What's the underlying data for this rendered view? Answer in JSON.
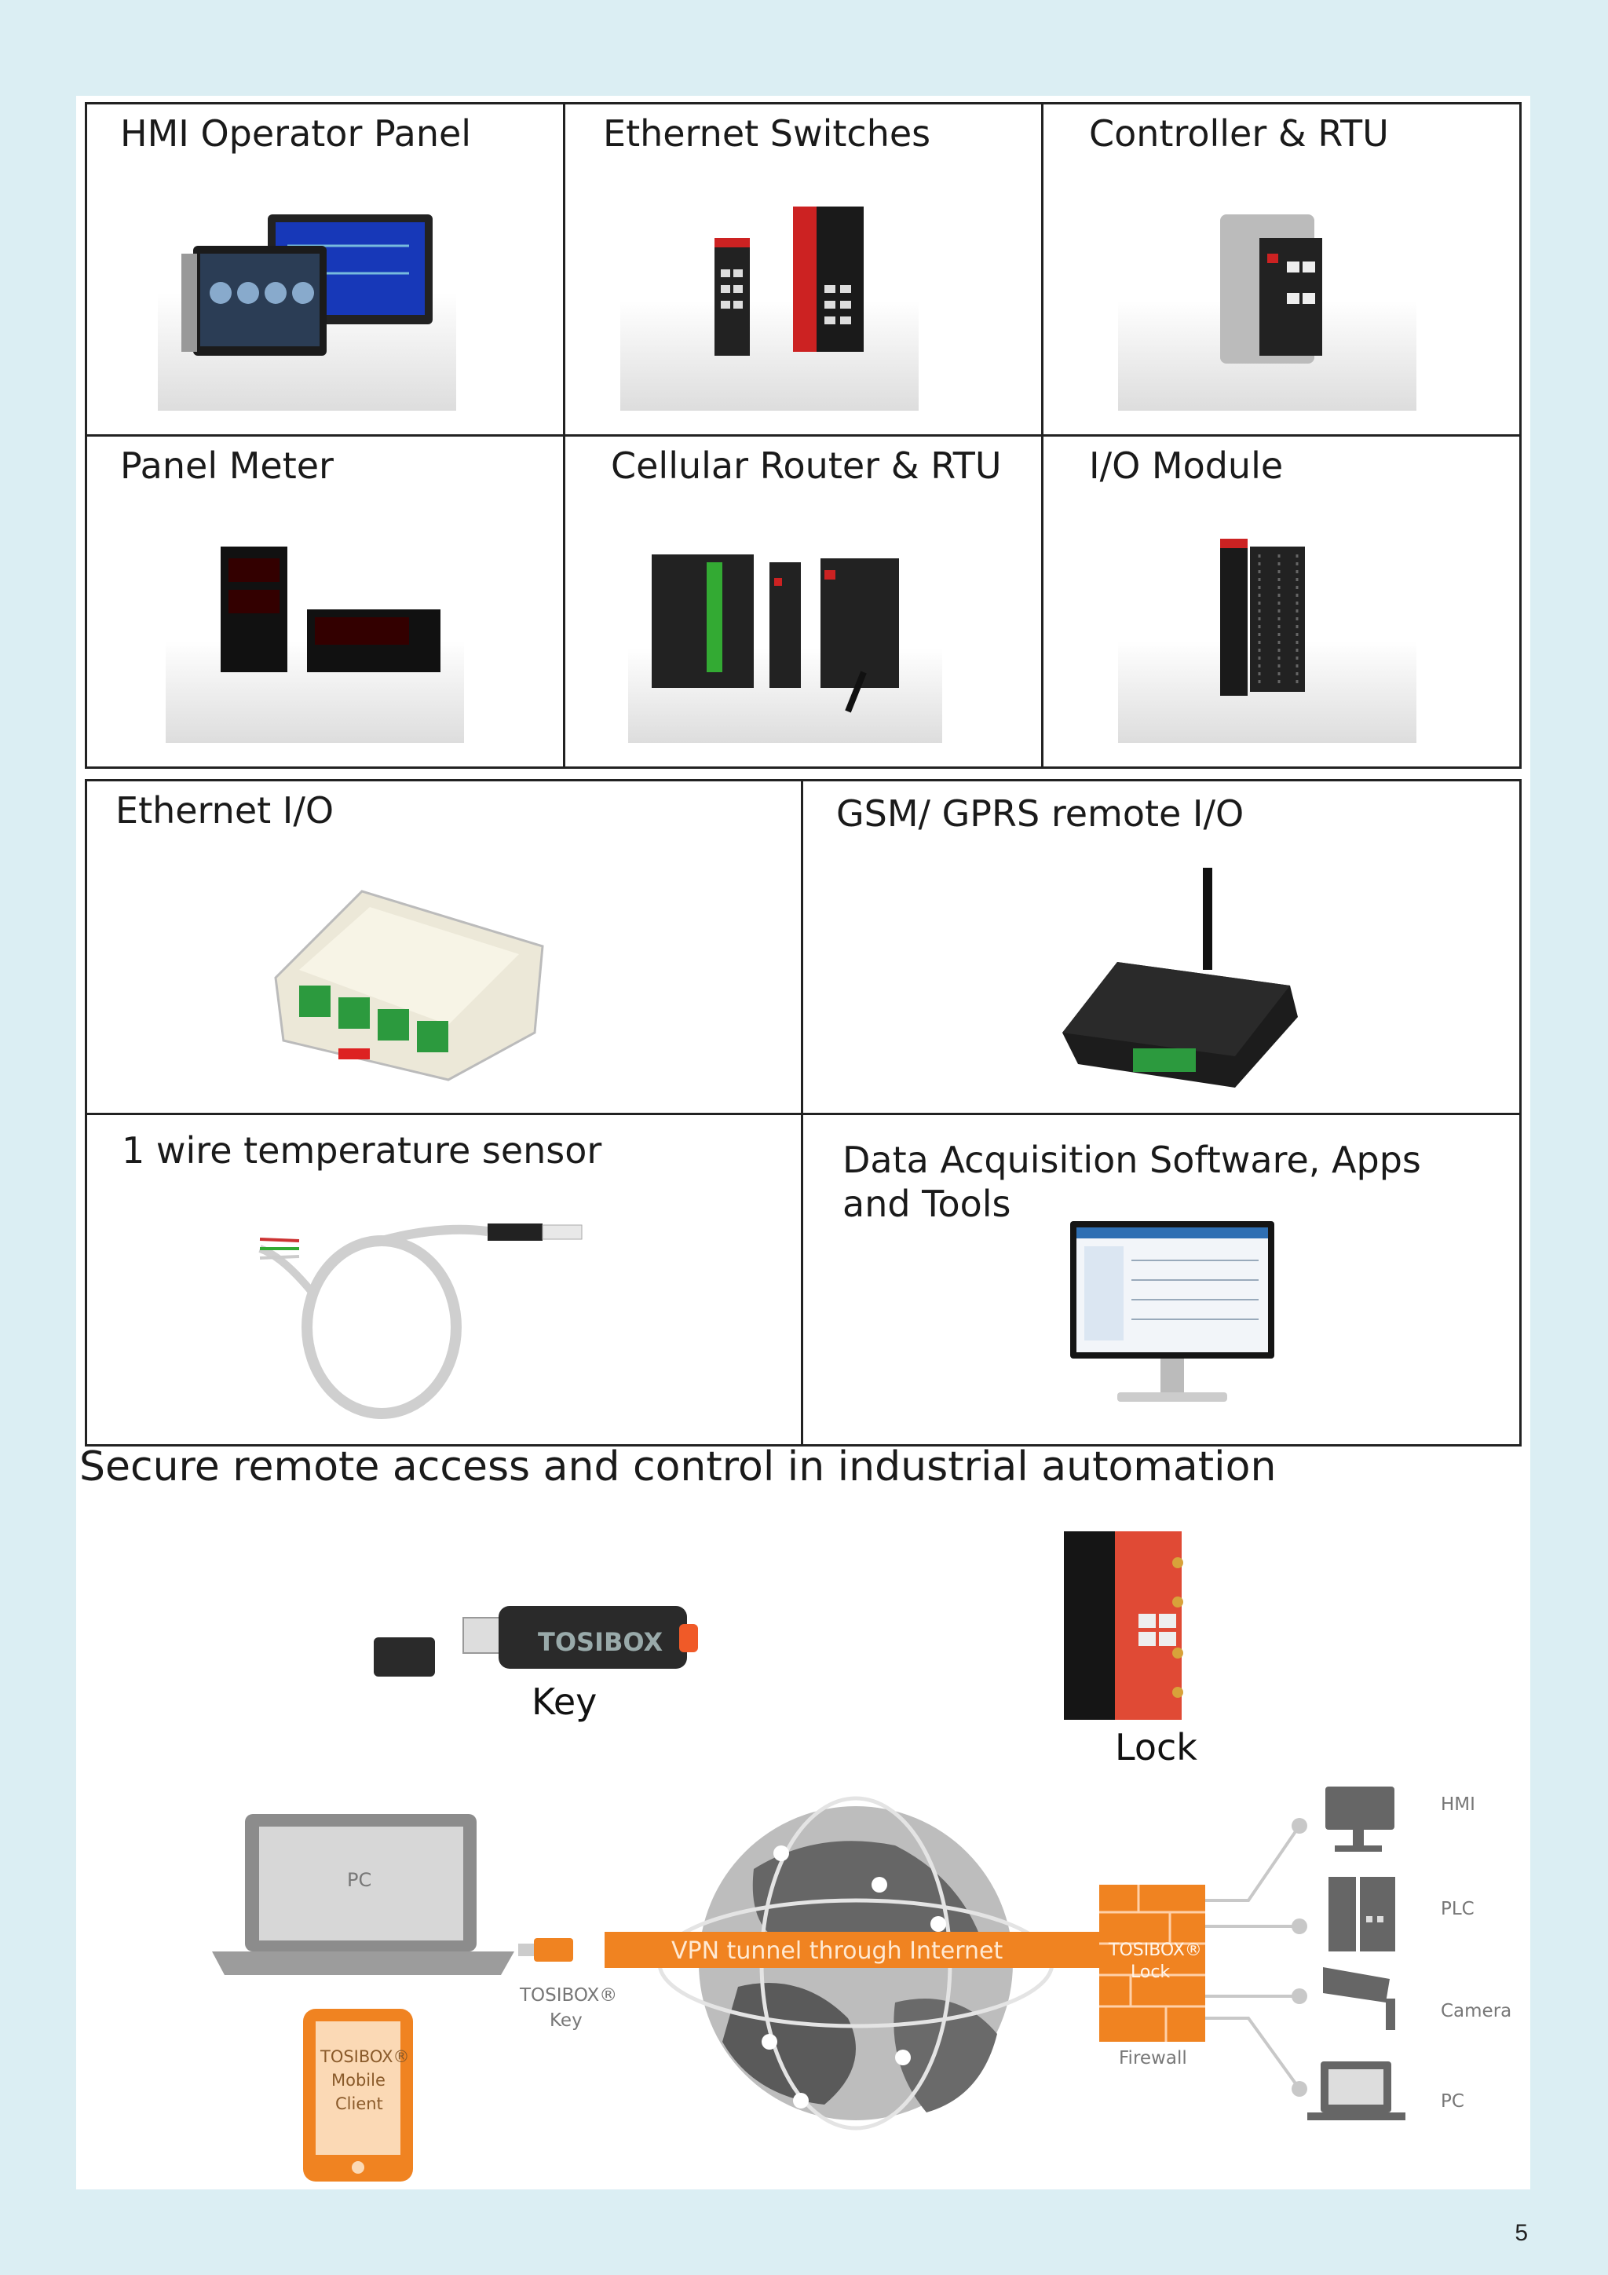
{
  "grid_top": [
    {
      "title": "HMI Operator Panel",
      "image": "hmi-panel-image"
    },
    {
      "title": "Ethernet Switches",
      "image": "ethernet-switch-image"
    },
    {
      "title": "Controller & RTU",
      "image": "controller-rtu-image"
    },
    {
      "title": "Panel Meter",
      "image": "panel-meter-image"
    },
    {
      "title": "Cellular Router & RTU",
      "image": "cellular-router-image"
    },
    {
      "title": "I/O Module",
      "image": "io-module-image"
    }
  ],
  "grid_bottom": [
    {
      "title": "Ethernet I/O",
      "image": "ethernet-io-image"
    },
    {
      "title": "GSM/ GPRS remote I/O",
      "image": "gsm-remote-io-image"
    },
    {
      "title": "1 wire temperature sensor",
      "image": "temperature-sensor-image"
    },
    {
      "title": "Data Acquisition Software, Apps",
      "title2": "and Tools",
      "image": "monitor-image"
    }
  ],
  "section": {
    "heading": "Secure remote access and control in industrial automation",
    "key_label": "Key",
    "lock_label": "Lock",
    "usb_brand": "TOSIBOX"
  },
  "diagram": {
    "pc_label": "PC",
    "tunnel_label": "VPN tunnel through Internet",
    "key_label_line1": "TOSIBOX®",
    "key_label_line2": "Key",
    "mobile_line1": "TOSIBOX®",
    "mobile_line2": "Mobile",
    "mobile_line3": "Client",
    "lock_line1": "TOSIBOX®",
    "lock_line2": "Lock",
    "firewall_label": "Firewall",
    "devices": [
      "HMI",
      "PLC",
      "Camera",
      "PC"
    ]
  },
  "colors": {
    "accent_orange": "#f08321",
    "lock_red": "#e04a35",
    "background": "#dbeef3"
  },
  "page_number": "5"
}
